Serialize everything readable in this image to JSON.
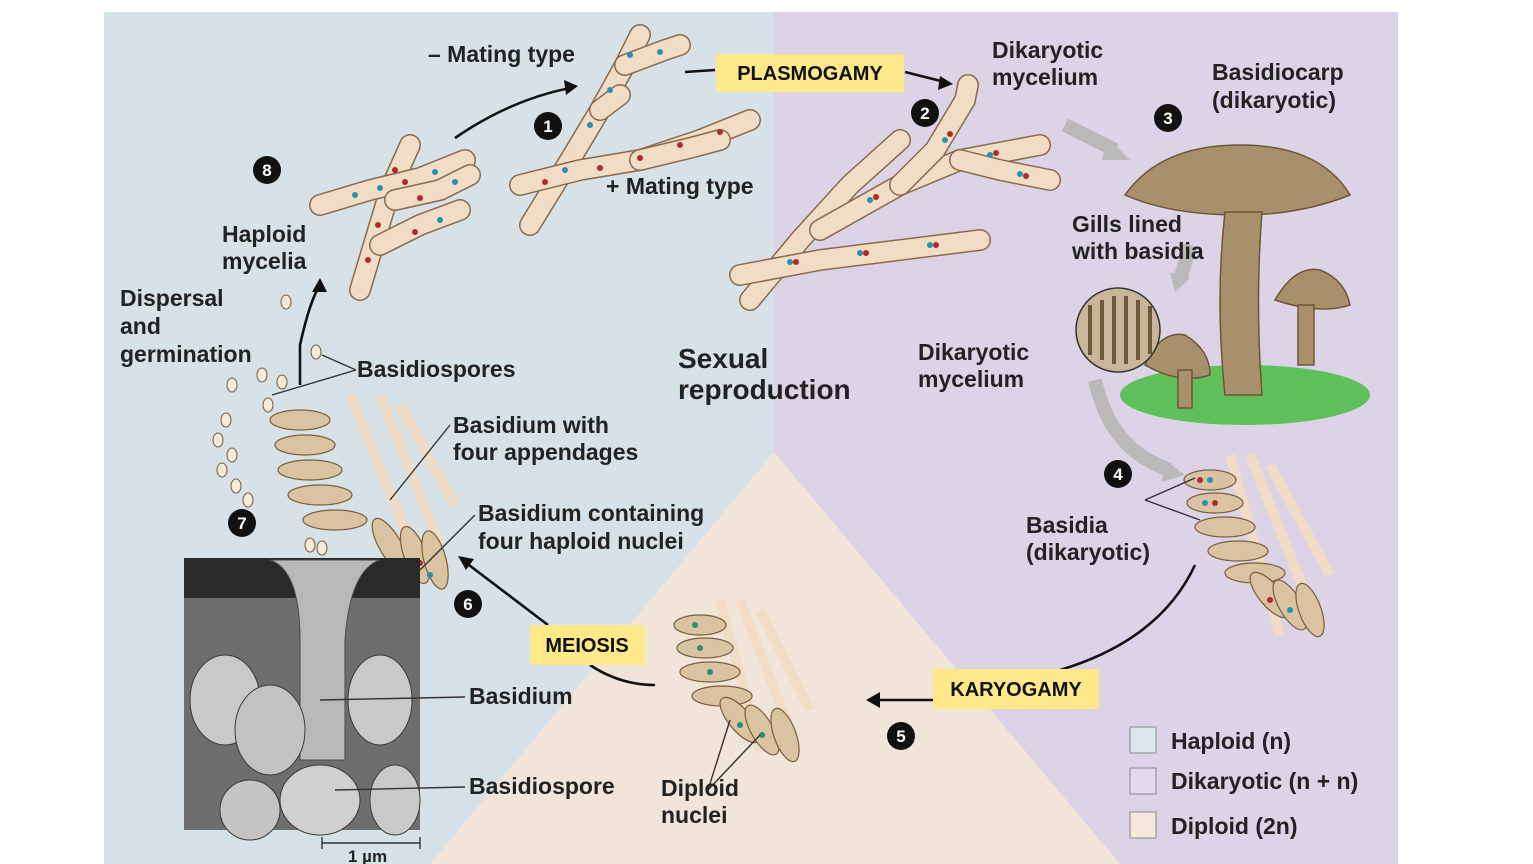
{
  "labels": {
    "minus_mating": "– Mating type",
    "plus_mating": "+ Mating type",
    "plasmogamy": "PLASMOGAMY",
    "dikaryotic_mycelium_top_1": "Dikaryotic",
    "dikaryotic_mycelium_top_2": "mycelium",
    "basidiocarp_1": "Basidiocarp",
    "basidiocarp_2": "(dikaryotic)",
    "gills_1": "Gills lined",
    "gills_2": "with basidia",
    "sexual_1": "Sexual",
    "sexual_2": "reproduction",
    "dikaryotic_mycelium_mid_1": "Dikaryotic",
    "dikaryotic_mycelium_mid_2": "mycelium",
    "haploid_mycelia_1": "Haploid",
    "haploid_mycelia_2": "mycelia",
    "dispersal_1": "Dispersal",
    "dispersal_2": "and",
    "dispersal_3": "germination",
    "basidiospores": "Basidiospores",
    "basidium_appendages_1": "Basidium with",
    "basidium_appendages_2": "four appendages",
    "basidium_nuclei_1": "Basidium containing",
    "basidium_nuclei_2": "four haploid nuclei",
    "basidia_1": "Basidia",
    "basidia_2": "(dikaryotic)",
    "meiosis": "MEIOSIS",
    "karyogamy": "KARYOGAMY",
    "basidium": "Basidium",
    "basidiospore": "Basidiospore",
    "diploid_nuclei_1": "Diploid",
    "diploid_nuclei_2": "nuclei",
    "scale_bar": "1 µm"
  },
  "steps": [
    "1",
    "2",
    "3",
    "4",
    "5",
    "6",
    "7",
    "8"
  ],
  "legend": [
    {
      "label": "Haploid (n)",
      "color": "#dbe7ec"
    },
    {
      "label": "Dikaryotic (n + n)",
      "color": "#e2d9ec"
    },
    {
      "label": "Diploid (2n)",
      "color": "#f4e9dc"
    }
  ],
  "colors": {
    "haploid_bg": "#d6e1e8",
    "dikaryotic_bg": "#dcd3e6",
    "diploid_bg": "#f0e5d8",
    "tag": "#fde98a",
    "nucleus_blue": "#2a8fb0",
    "nucleus_red": "#b02a2a",
    "nucleus_green": "#2a9070"
  }
}
